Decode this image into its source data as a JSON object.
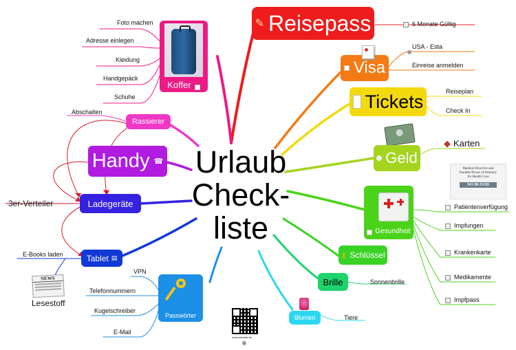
{
  "center": {
    "line1": "Urlaub",
    "line2": "Check-",
    "line3": "liste"
  },
  "reisepass": {
    "title": "Reisepass",
    "children": [
      "6 Monate Gültig"
    ]
  },
  "visa": {
    "title": "Visa",
    "children": [
      "USA - Esta",
      "Einreise anmelden"
    ]
  },
  "tickets": {
    "title": "Tickets",
    "children": [
      "Reiseplan",
      "Check In"
    ]
  },
  "geld": {
    "title": "Geld",
    "children": [
      "Karten"
    ]
  },
  "gesundheit": {
    "title": "Gesundheit",
    "note": {
      "line1": "Medical Directive and",
      "line2": "Durable Power of Attorney",
      "line3": "for Health Care",
      "stamp": "NO BLOOD"
    },
    "children": [
      "Patientenverfügung",
      "Impfungen",
      "Krankenkarte",
      "Medikamente",
      "Impfpass"
    ]
  },
  "schluessel": {
    "title": "Schlüssel"
  },
  "brille": {
    "title": "Brille",
    "children": [
      "Sonnenbrille"
    ]
  },
  "blumen": {
    "title": "Blumen",
    "children": [
      "Tiere"
    ]
  },
  "qr": {
    "caption": "www.aenzlatt.de"
  },
  "passwoerter": {
    "title": "Passwörter",
    "children": [
      "VPN",
      "Telefonnummern",
      "Kugelschreiber",
      "E-Mail"
    ]
  },
  "tablet": {
    "title": "Tablet",
    "children": [
      "E-Books laden"
    ],
    "lesestoff": "Lesestoff",
    "news_badge": "NEWS"
  },
  "ladegeraete": {
    "title": "Ladegeräte",
    "side": "3er-Verteiler"
  },
  "handy": {
    "title": "Handy"
  },
  "rasierer": {
    "title": "Rassierer",
    "children": [
      "Abschalten"
    ]
  },
  "koffer": {
    "title": "Koffer",
    "children": [
      "Foto machen",
      "Adresse einlegen",
      "Kleidung",
      "Handgepäck",
      "Schuhe"
    ]
  },
  "colors": {
    "reisepass": "#ee1c1c",
    "visa": "#f47a14",
    "tickets": "#f5d90f",
    "geld": "#a4d41e",
    "gesundheit": "#4bd31a",
    "schluessel": "#3bd226",
    "brille": "#1fd36c",
    "blumen": "#2dd7ef",
    "passwoerter": "#1c8fe6",
    "tablet": "#1238d6",
    "ladegeraete": "#3522e0",
    "handy": "#b11ce0",
    "rasierer": "#f038c6",
    "koffer": "#ec1a84"
  }
}
